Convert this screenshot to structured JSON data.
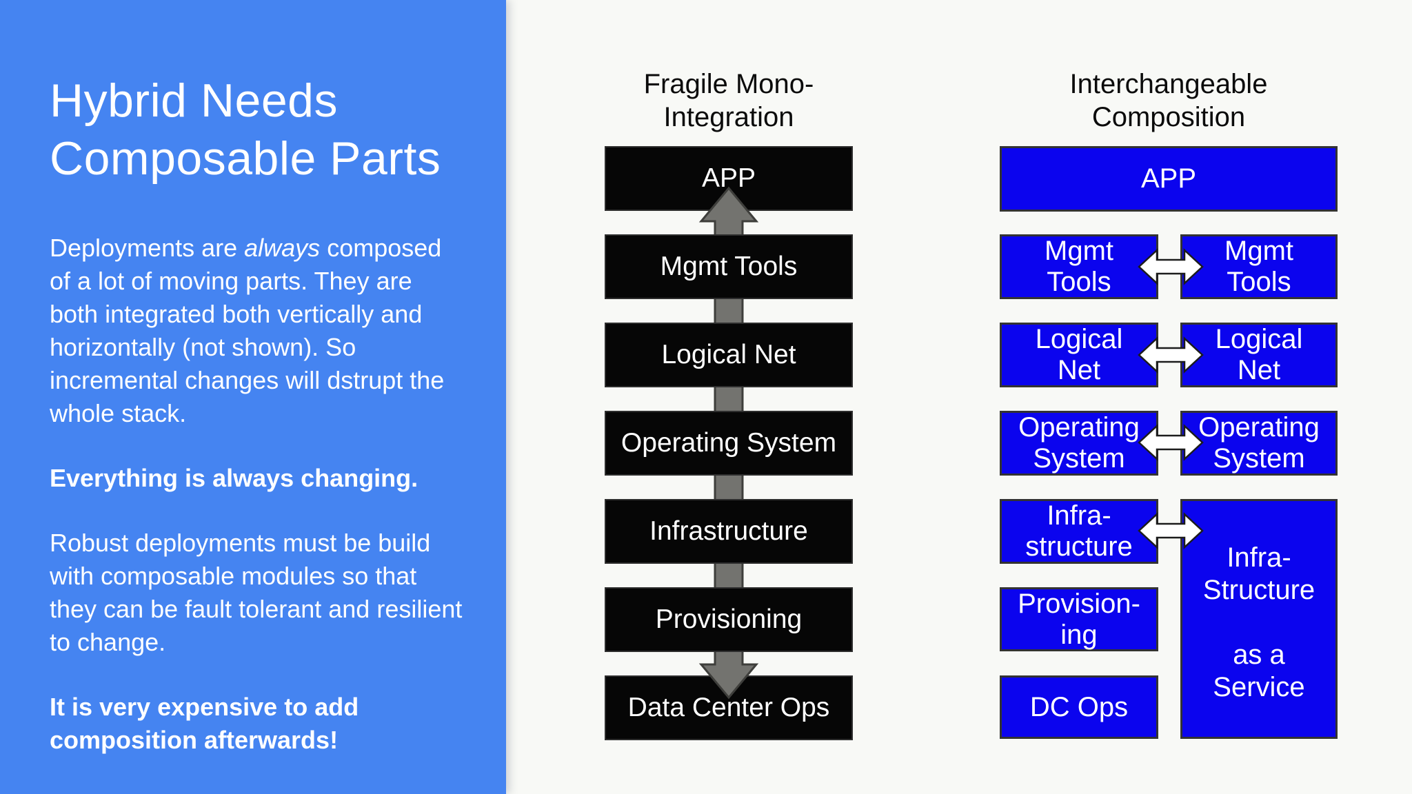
{
  "colors": {
    "panel_blue": "#4584F1",
    "box_blue": "#0B04EE",
    "box_black": "#060606",
    "arrow_gray": "#73736F",
    "arrow_outline": "#3E3E3B",
    "white_arrow": "#FFFFFF",
    "heading_text": "#0B0B0B",
    "background": "#F8F9F6"
  },
  "left_panel": {
    "title": "Hybrid Needs Composable Parts",
    "p1_before": "Deployments are ",
    "p1_italic": "always",
    "p1_after": " composed of a lot of moving parts.  They are both integrated both vertically and horizontally (not shown).  So incremental changes will dstrupt the whole stack.",
    "p2": "Everything is always changing.",
    "p3": "Robust deployments must be build with composable modules so that they can be fault tolerant and resilient to change.",
    "p4": "It is very expensive to add composition afterwards!"
  },
  "mono_column": {
    "heading": "Fragile Mono-\nIntegration",
    "boxes": [
      "APP",
      "Mgmt Tools",
      "Logical Net",
      "Operating System",
      "Infrastructure",
      "Provisioning",
      "Data Center Ops"
    ]
  },
  "composition_column": {
    "heading": "Interchangeable\nComposition",
    "app": "APP",
    "rows": [
      {
        "left": "Mgmt\nTools",
        "right": "Mgmt\nTools"
      },
      {
        "left": "Logical\nNet",
        "right": "Logical\nNet"
      },
      {
        "left": "Operating\nSystem",
        "right": "Operating\nSystem"
      }
    ],
    "infra_left": "Infra-\nstructure",
    "iaas": "Infra-\nStructure\n\nas a\nService",
    "provisioning": "Provision-\ning",
    "dc_ops": "DC Ops"
  }
}
